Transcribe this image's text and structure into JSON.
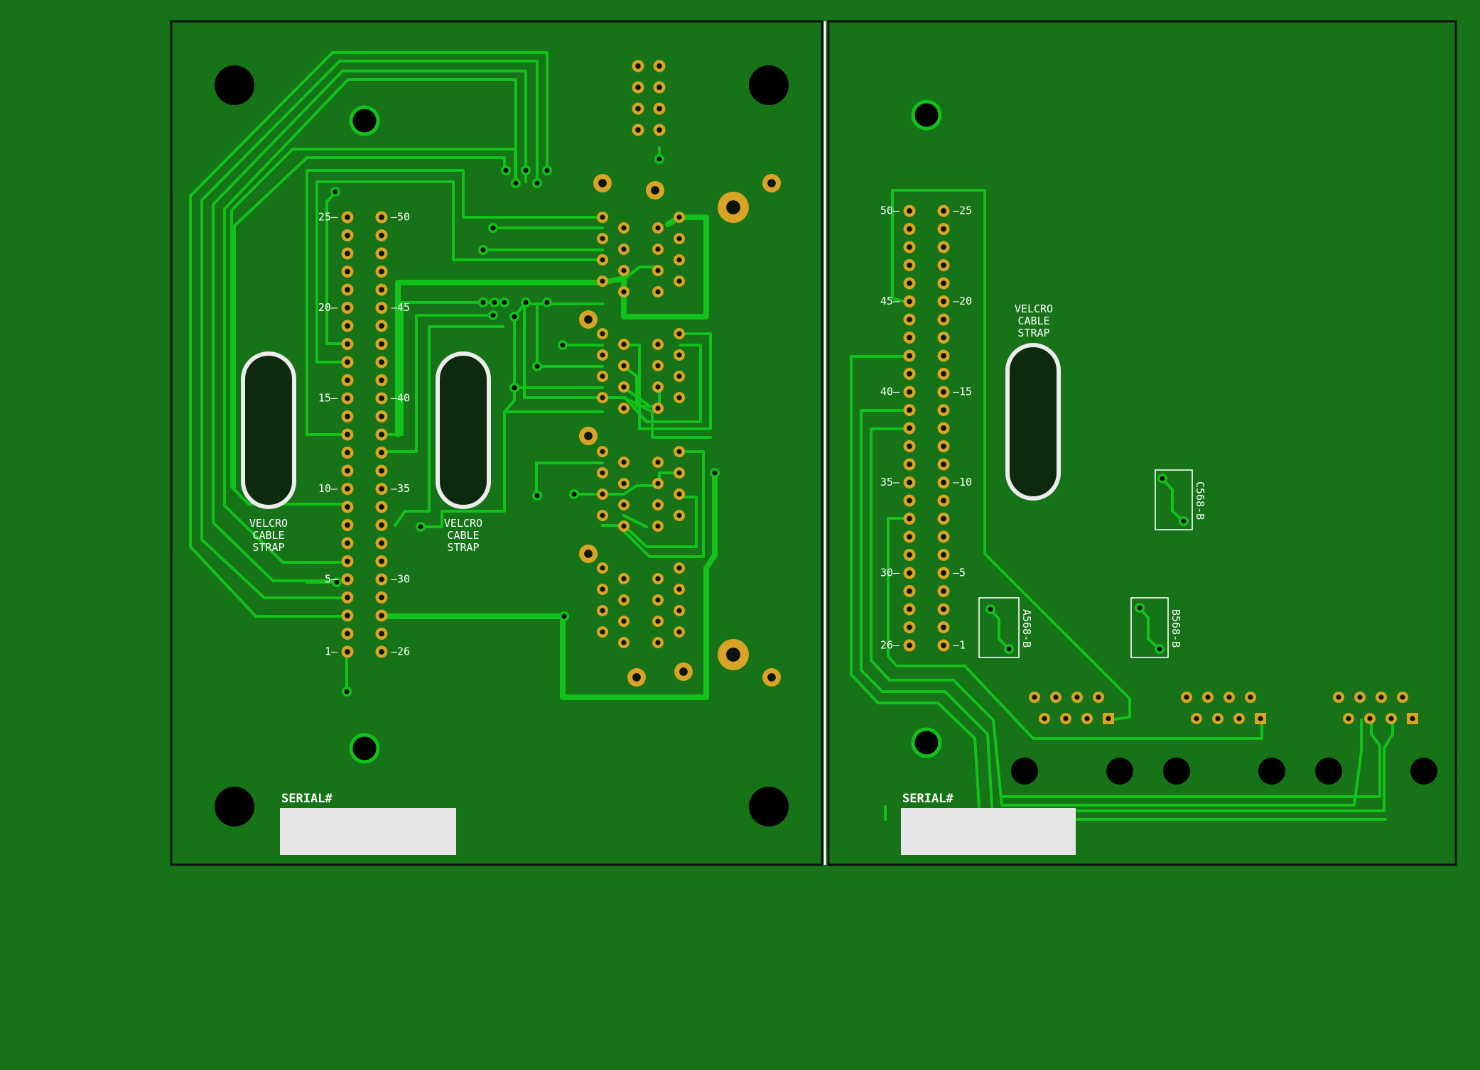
{
  "colors": {
    "background": "#167318",
    "board": "#167318",
    "trace": "#11c21a",
    "pad_ring": "#d9a426",
    "hole": "#000000",
    "silkscreen": "#ffffff",
    "label_box": "#e6e6e6"
  },
  "left_board": {
    "header_labels_left": [
      "25",
      "20",
      "15",
      "10",
      "5",
      "1"
    ],
    "header_labels_right": [
      "50",
      "45",
      "40",
      "35",
      "30",
      "26"
    ],
    "slot_label_1": [
      "VELCRO",
      "CABLE",
      "STRAP"
    ],
    "slot_label_2": [
      "VELCRO",
      "CABLE",
      "STRAP"
    ],
    "serial_label": "SERIAL#"
  },
  "right_board": {
    "header_labels_left": [
      "50",
      "45",
      "40",
      "35",
      "30",
      "26"
    ],
    "header_labels_right": [
      "25",
      "20",
      "15",
      "10",
      "5",
      "1"
    ],
    "slot_label": [
      "VELCRO",
      "CABLE",
      "STRAP"
    ],
    "jack_labels": [
      "A568-B",
      "B568-B",
      "C568-B"
    ],
    "serial_label": "SERIAL#"
  }
}
